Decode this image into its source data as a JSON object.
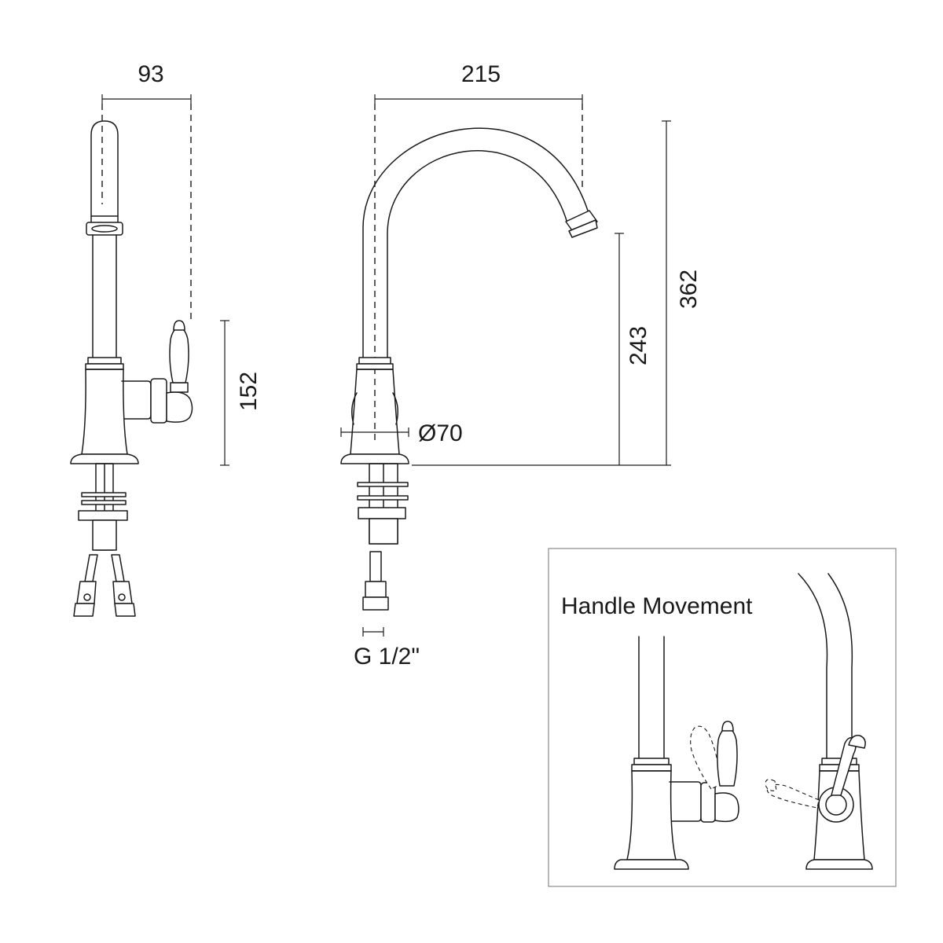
{
  "dimensions": {
    "side_width": "93",
    "front_reach": "215",
    "handle_height": "152",
    "spout_height": "243",
    "total_height": "362",
    "base_diameter": "Ø70",
    "thread": "G 1/2\""
  },
  "inset": {
    "title": "Handle Movement"
  }
}
